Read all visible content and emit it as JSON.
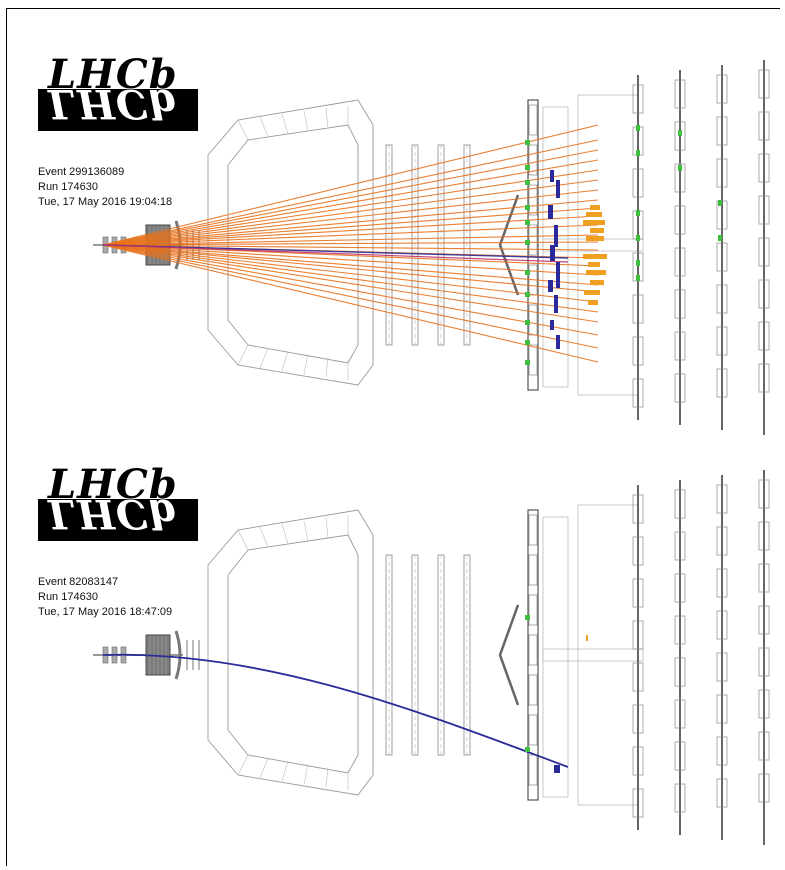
{
  "panels": [
    {
      "logo": "LHCb",
      "event": "Event 299136089",
      "run": "Run 174630",
      "timestamp": "Tue, 17 May 2016 19:04:18"
    },
    {
      "logo": "LHCb",
      "event": "Event 82083147",
      "run": "Run 174630",
      "timestamp": "Tue, 17 May 2016 18:47:09"
    }
  ],
  "colors": {
    "track_orange": "#e8721c",
    "track_blue": "#2a2a9a",
    "hit_green": "#3fbf3f",
    "calo_orange": "#f0a020",
    "calo_blue": "#2a2a9a",
    "detector_grey": "#777777"
  }
}
